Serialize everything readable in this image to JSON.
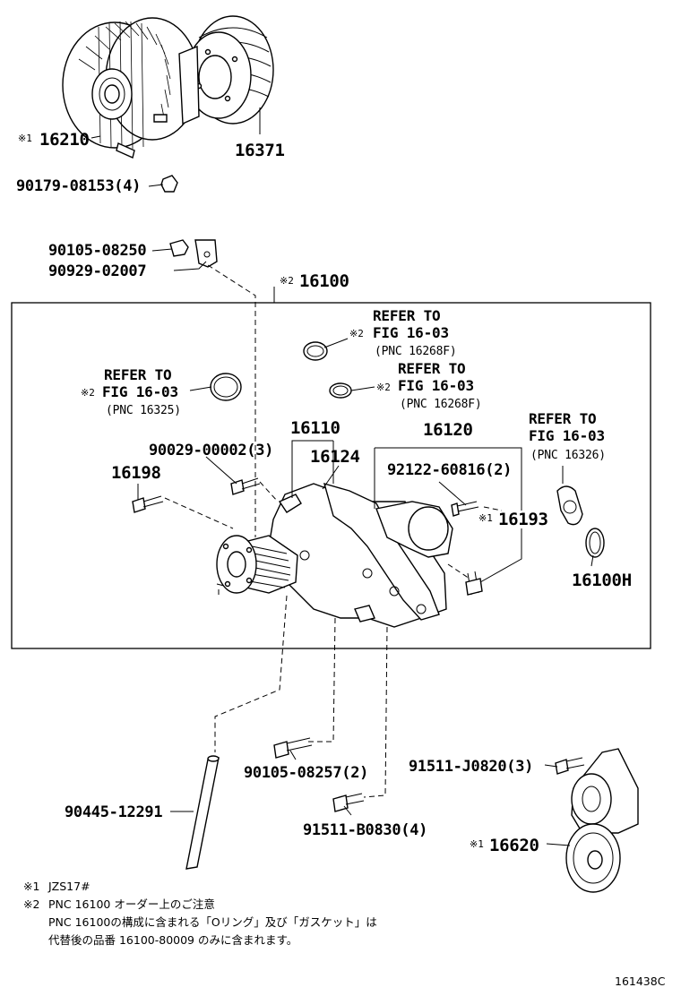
{
  "marks": {
    "note1": "※1",
    "note2": "※2"
  },
  "callouts": {
    "fan_clutch": "16210",
    "fan_pulley": "16371",
    "bolt_pulley": "90179-08153(4)",
    "bolt_bracket": "90105-08250",
    "bracket": "90929-02007",
    "pump_assy": "16100",
    "sub_assy_1": "16110",
    "gasket_pump": "16124",
    "inlet_housing": "16120",
    "stud_92122": "92122-60816(2)",
    "stud_90029": "90029-00002(3)",
    "bolt_16198": "16198",
    "gasket_16193": "16193",
    "oring_16100h": "16100H",
    "bolt_90105_08257": "90105-08257(2)",
    "bolt_91511_b0830": "91511-B0830(4)",
    "bolt_91511_j0820": "91511-J0820(3)",
    "tensioner": "16620",
    "pipe": "90445-12291"
  },
  "refs": {
    "ref_top": {
      "line1": "REFER TO",
      "line2": "FIG 16-03",
      "pnc": "(PNC 16268F)"
    },
    "ref_mid": {
      "line1": "REFER TO",
      "line2": "FIG 16-03",
      "pnc": "(PNC 16268F)"
    },
    "ref_left": {
      "line1": "REFER TO",
      "line2": "FIG 16-03",
      "pnc": "(PNC 16325)"
    },
    "ref_right": {
      "line1": "REFER TO",
      "line2": "FIG 16-03",
      "pnc": "(PNC 16326)"
    }
  },
  "notes": {
    "n1_text": "JZS17#",
    "n2_line1": "PNC 16100 オーダー上のご注意",
    "n2_line2": "PNC 16100の構成に含まれる「Oリング」及び「ガスケット」は",
    "n2_line3": "代替後の品番 16100-80009 のみに含まれます。"
  },
  "figure_id": "161438C"
}
